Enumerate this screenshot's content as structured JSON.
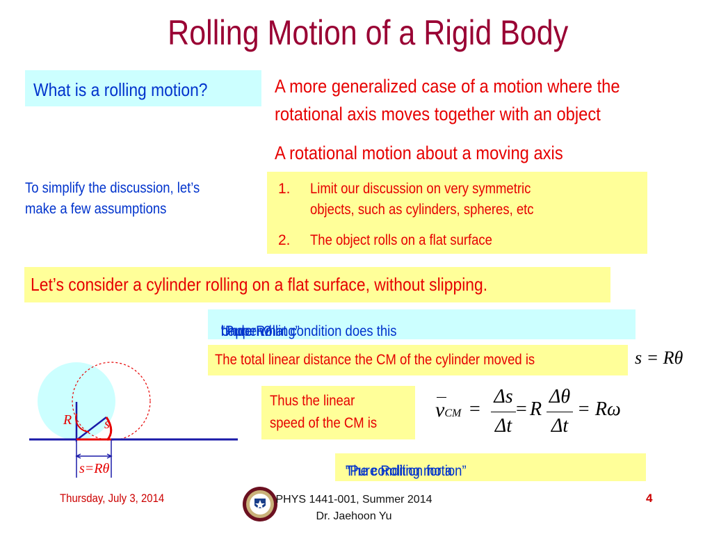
{
  "slide": {
    "title": "Rolling Motion of a Rigid Body",
    "question": "What is a rolling motion?",
    "definition_line1": "A more generalized case of a motion where the",
    "definition_line2": "rotational axis moves together with an object",
    "rotational_motion": "A rotational motion about a moving axis",
    "simplify_line1": "To simplify the discussion, let’s",
    "simplify_line2": "make a few assumptions",
    "assumptions": [
      {
        "num": "1.",
        "line1": "Limit our discussion on very symmetric",
        "line2": "objects, such as cylinders, spheres, etc"
      },
      {
        "num": "2.",
        "line1": "The object rolls on a flat surface",
        "line2": ""
      }
    ],
    "consider": "Let’s consider a cylinder rolling on a flat surface, without slipping.",
    "under_prefix": "Under what condition does this ",
    "under_quote": "“Pure Rolling”",
    "under_suffix": " happen?",
    "total_distance": "The total linear distance the CM of the cylinder moved is",
    "thus_line1": "Thus the linear",
    "thus_line2": "speed of the CM is",
    "condition_prefix": "The condition for a ",
    "condition_quote": "“Pure Rolling motion”"
  },
  "equations": {
    "s_eq": "s = Rθ",
    "v_symbol": "v",
    "v_sub": "CM",
    "eq": "=",
    "num1": "Δs",
    "den1": "Δt",
    "R": "R",
    "num2": "Δθ",
    "den2": "Δt",
    "Romega": "= Rω"
  },
  "diagram": {
    "label_R": "R",
    "label_s": "s",
    "label_sRtheta": "s=Rθ"
  },
  "footer": {
    "date": "Thursday, July 3, 2014",
    "course": "PHYS 1441-001, Summer 2014",
    "instructor": "Dr. Jaehoon Yu",
    "page": "4"
  },
  "colors": {
    "title": "#990033",
    "red_text": "#e60000",
    "blue_text": "#0033cc",
    "cyan_box": "#ccffff",
    "yellow_box": "#ffff99"
  }
}
